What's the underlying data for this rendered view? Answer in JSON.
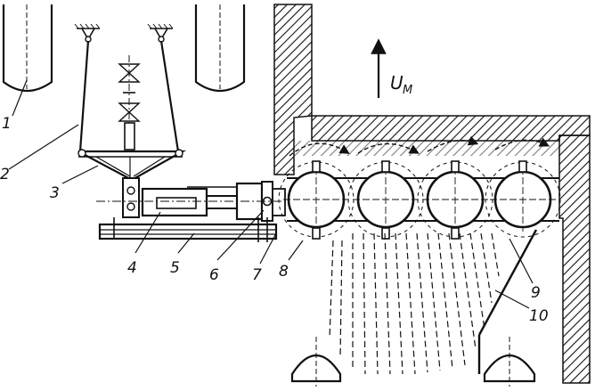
{
  "figure": {
    "callouts": [
      "1",
      "2",
      "3",
      "4",
      "5",
      "6",
      "7",
      "8",
      "9",
      "10"
    ],
    "velocity_symbol": "U",
    "velocity_subscript": "M"
  },
  "colors": {
    "ink": "#111111",
    "paper": "#ffffff"
  }
}
